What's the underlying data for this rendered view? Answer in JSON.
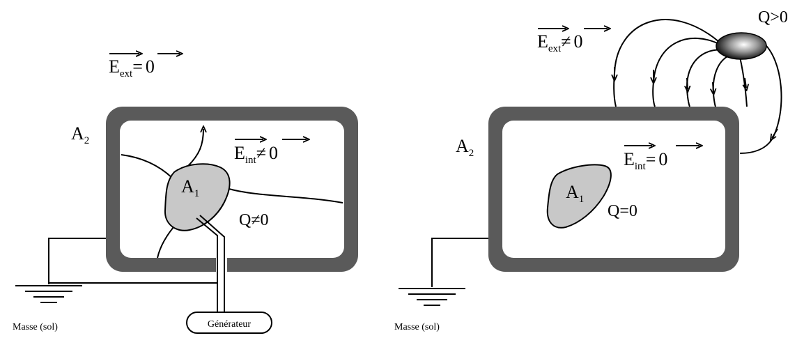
{
  "left": {
    "eext": {
      "sym": "E",
      "sub": "ext",
      "rel": "=",
      "zero": "0"
    },
    "eint": {
      "sym": "E",
      "sub": "int",
      "rel": "≠",
      "zero": "0"
    },
    "a2": {
      "sym": "A",
      "sub": "2"
    },
    "a1": {
      "sym": "A",
      "sub": "1"
    },
    "charge": "Q≠0",
    "generator": "Générateur",
    "ground": "Masse (sol)"
  },
  "right": {
    "eext": {
      "sym": "E",
      "sub": "ext",
      "rel": "≠",
      "zero": "0"
    },
    "eint": {
      "sym": "E",
      "sub": "int",
      "rel": "=",
      "zero": "0"
    },
    "a2": {
      "sym": "A",
      "sub": "2"
    },
    "a1": {
      "sym": "A",
      "sub": "1"
    },
    "charge": "Q=0",
    "external_charge": "Q>0",
    "ground": "Masse (sol)"
  },
  "colors": {
    "shell": "#5a5a5a",
    "conductor": "#c8c8c8",
    "ink": "#000000"
  }
}
